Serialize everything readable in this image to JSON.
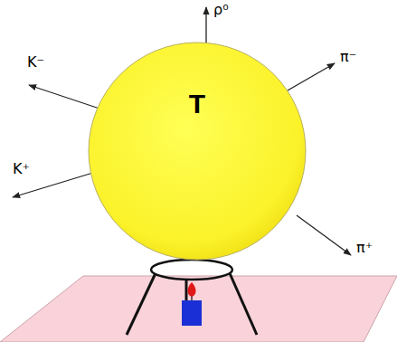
{
  "diagram": {
    "nodes": [
      {
        "text": [
          "T"
        ]
      }
    ],
    "labels": [
      "ρ⁰",
      "π⁻",
      "K⁻",
      "K⁺",
      "π⁺"
    ]
  }
}
